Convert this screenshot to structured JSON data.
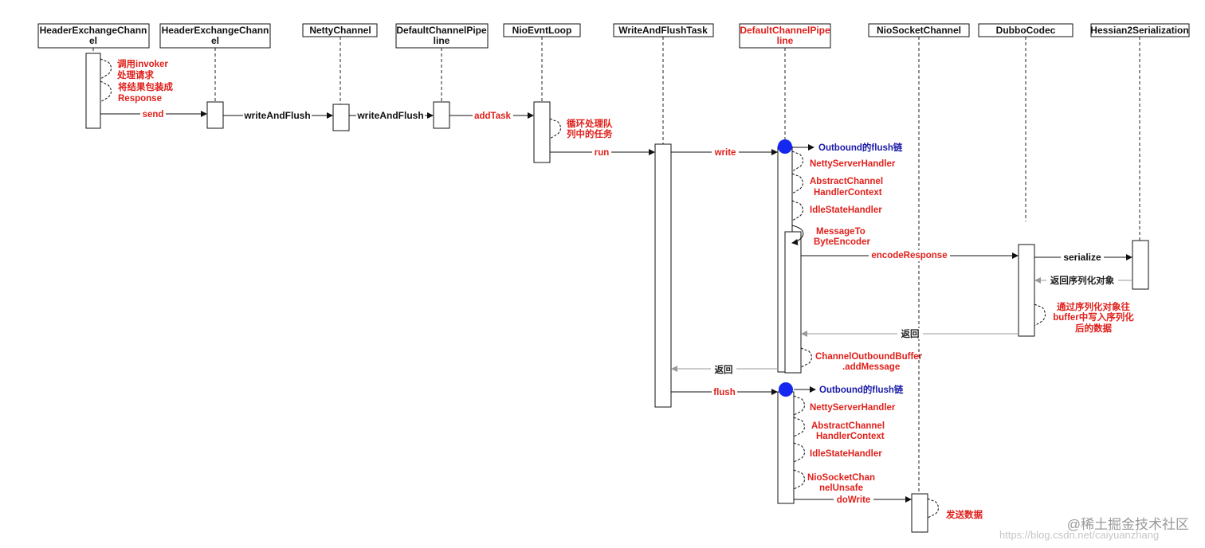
{
  "participants": [
    {
      "lines": [
        "HeaderExchangeChann",
        "el"
      ],
      "color": "#111111"
    },
    {
      "lines": [
        "HeaderExchangeChann",
        "el"
      ],
      "color": "#111111"
    },
    {
      "lines": [
        "NettyChannel"
      ],
      "color": "#111111"
    },
    {
      "lines": [
        "DefaultChannelPipe",
        "line"
      ],
      "color": "#111111"
    },
    {
      "lines": [
        "NioEvntLoop"
      ],
      "color": "#111111"
    },
    {
      "lines": [
        "WriteAndFlushTask"
      ],
      "color": "#111111"
    },
    {
      "lines": [
        "DefaultChannelPipe",
        "line"
      ],
      "color": "#e0201b"
    },
    {
      "lines": [
        "NioSocketChannel"
      ],
      "color": "#111111"
    },
    {
      "lines": [
        "DubboCodec"
      ],
      "color": "#111111"
    },
    {
      "lines": [
        "Hessian2Serialization"
      ],
      "color": "#111111"
    }
  ],
  "messages": {
    "send": "send",
    "write_and_flush_1": "writeAndFlush",
    "write_and_flush_2": "writeAndFlush",
    "add_task": "addTask",
    "run": "run",
    "write": "write",
    "encode_response": "encodeResponse",
    "serialize": "serialize",
    "return_serialized": "返回序列化对象",
    "return_1": "返回",
    "return_2": "返回",
    "flush": "flush",
    "do_write": "doWrite"
  },
  "notes": {
    "invoke_1": "调用invoker",
    "invoke_2": "处理请求",
    "wrap_1": "将结果包装成",
    "wrap_2": "Response",
    "loop_1": "循环处理队",
    "loop_2": "列中的任务",
    "outbound_1": "Outbound的flush链",
    "netty_handler_1": "NettyServerHandler",
    "abstract_ctx_1a": "AbstractChannel",
    "abstract_ctx_1b": "HandlerContext",
    "idle_1": "IdleStateHandler",
    "m2b_1": "MessageTo",
    "m2b_2": "ByteEncoder",
    "write_buffer_1": "通过序列化对象往",
    "write_buffer_2": "buffer中写入序列化",
    "write_buffer_3": "后的数据",
    "outbound_buffer_1": "ChannelOutboundBuffer",
    "outbound_buffer_2": ".addMessage",
    "outbound_2": "Outbound的flush链",
    "netty_handler_2": "NettyServerHandler",
    "abstract_ctx_2a": "AbstractChannel",
    "abstract_ctx_2b": "HandlerContext",
    "idle_2": "IdleStateHandler",
    "unsafe_1": "NioSocketChan",
    "unsafe_2": "nelUnsafe",
    "send_data": "发送数据"
  },
  "watermark": {
    "brand": "@稀土掘金技术社区",
    "url": "https://blog.csdn.net/caiyuanzhang"
  },
  "colors": {
    "red": "#e0201b",
    "blue": "#1a1aa8",
    "marker": "#1428f0",
    "grey_arrow": "#9a9a9a"
  }
}
